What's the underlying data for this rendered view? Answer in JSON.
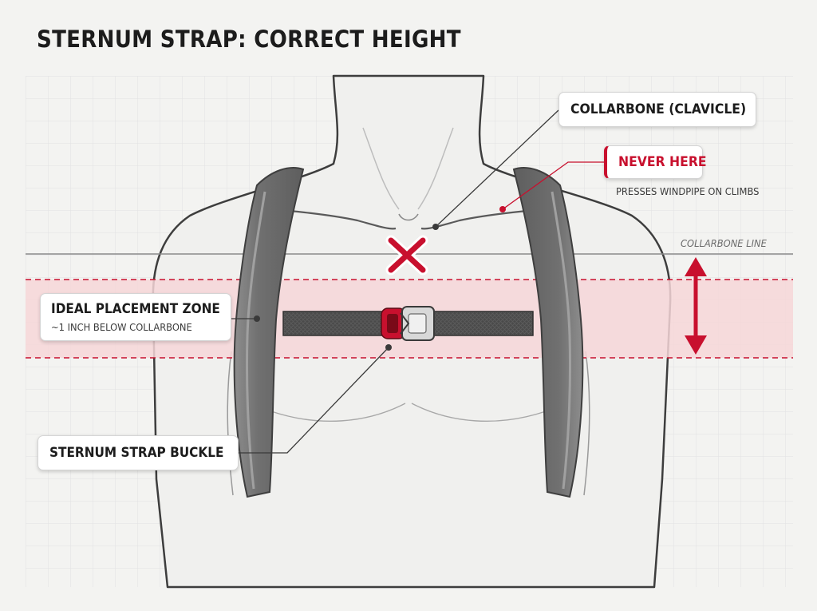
{
  "title": "STERNUM STRAP: CORRECT HEIGHT",
  "labels": {
    "collarbone": "COLLARBONE (CLAVICLE)",
    "never_here": "NEVER HERE",
    "never_here_detail": "PRESSES WINDPIPE ON CLIMBS",
    "collarbone_line": "COLLARBONE LINE",
    "ideal_zone": "IDEAL PLACEMENT ZONE",
    "ideal_zone_detail": "~1 INCH BELOW COLLARBONE",
    "buckle": "STERNUM STRAP BUCKLE"
  },
  "icons": {
    "wrong_mark": "x-mark-icon",
    "height_arrow": "double-vertical-arrow-icon",
    "buckle": "side-release-buckle-icon"
  },
  "colors": {
    "accent": "#c8102e",
    "zone_fill": "#f6d6d8",
    "strap": "#6e6e6e",
    "strap_edge": "#9a9a9a",
    "webbing": "#4a4a4a",
    "grid": "#e2e2e2",
    "outline": "#3d3d3d",
    "background": "#f3f3f1"
  }
}
